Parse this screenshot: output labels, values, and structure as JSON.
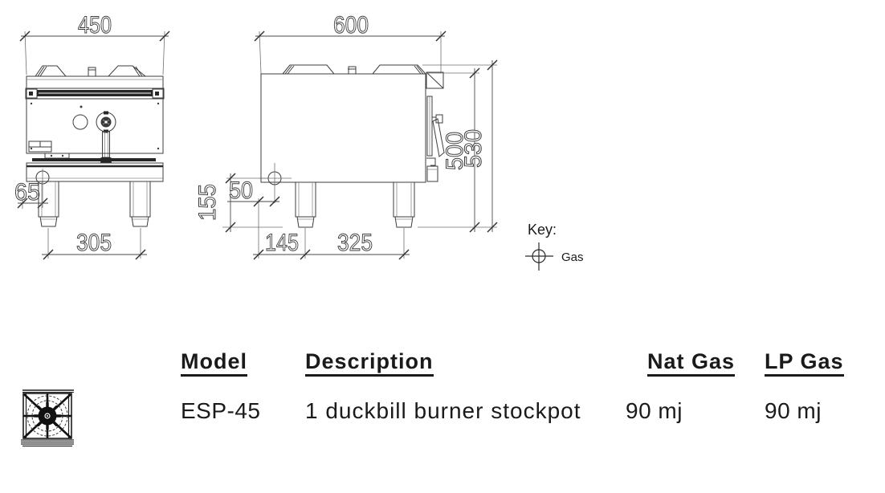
{
  "colors": {
    "line": "#3d3d3d",
    "dark_fill": "#262626",
    "text": "#1a1a1a"
  },
  "drawing": {
    "front_view": {
      "width_dim": "450",
      "gas_offset_dim": "65",
      "leg_span_dim": "305"
    },
    "side_view": {
      "depth_dim": "600",
      "gas_inset_dim": "50",
      "gas_height_dim": "155",
      "body_height_dim": "500",
      "overall_height_dim": "530",
      "front_leg_offset_dim": "145",
      "leg_spacing_dim": "325"
    },
    "key": {
      "title": "Key:",
      "gas_label": "Gas"
    },
    "icons": {
      "gas_symbol": "crosshair-circle",
      "burner_plan": "burner-top-view"
    }
  },
  "table": {
    "columns": [
      {
        "label": "Model"
      },
      {
        "label": "Description"
      },
      {
        "label": "Nat Gas"
      },
      {
        "label": "LP Gas"
      }
    ],
    "rows": [
      {
        "model": "ESP-45",
        "description": "1 duckbill burner stockpot",
        "nat_gas": "90 mj",
        "lp_gas": "90 mj"
      }
    ]
  }
}
